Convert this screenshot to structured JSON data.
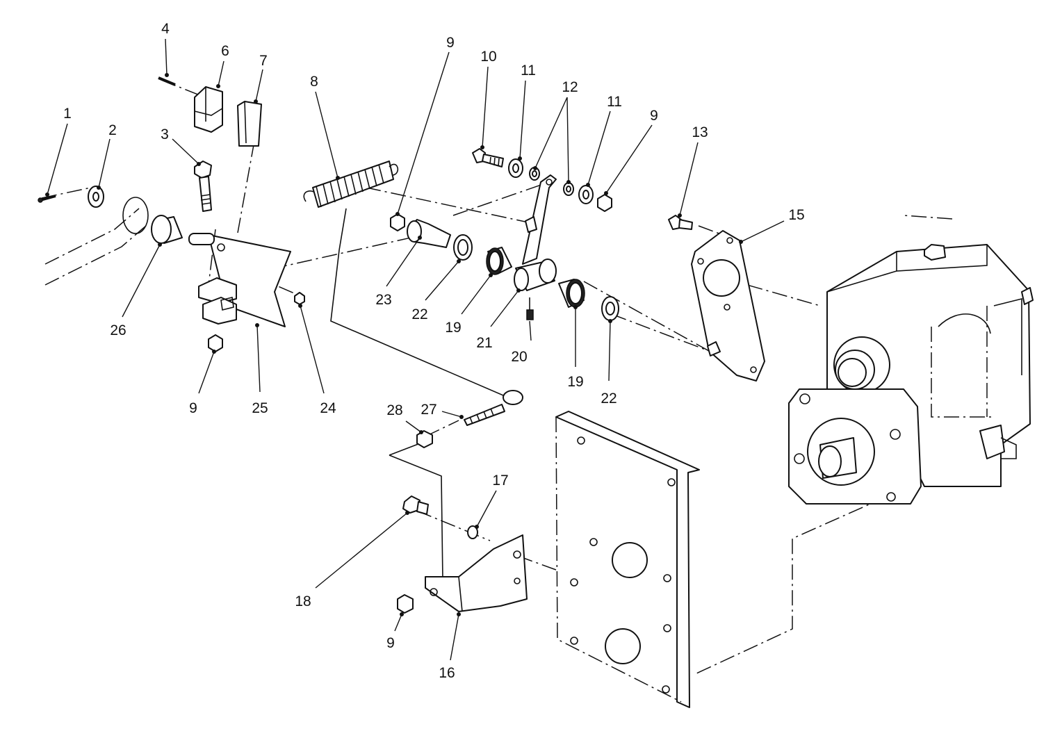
{
  "callouts": [
    {
      "id": "c1",
      "label": "1"
    },
    {
      "id": "c2",
      "label": "2"
    },
    {
      "id": "c3",
      "label": "3"
    },
    {
      "id": "c4",
      "label": "4"
    },
    {
      "id": "c6",
      "label": "6"
    },
    {
      "id": "c7",
      "label": "7"
    },
    {
      "id": "c8",
      "label": "8"
    },
    {
      "id": "c9a",
      "label": "9"
    },
    {
      "id": "c9b",
      "label": "9"
    },
    {
      "id": "c9c",
      "label": "9"
    },
    {
      "id": "c9d",
      "label": "9"
    },
    {
      "id": "c10",
      "label": "10"
    },
    {
      "id": "c11a",
      "label": "11"
    },
    {
      "id": "c11b",
      "label": "11"
    },
    {
      "id": "c12",
      "label": "12"
    },
    {
      "id": "c13",
      "label": "13"
    },
    {
      "id": "c15",
      "label": "15"
    },
    {
      "id": "c16",
      "label": "16"
    },
    {
      "id": "c17",
      "label": "17"
    },
    {
      "id": "c18",
      "label": "18"
    },
    {
      "id": "c19a",
      "label": "19"
    },
    {
      "id": "c19b",
      "label": "19"
    },
    {
      "id": "c20",
      "label": "20"
    },
    {
      "id": "c21",
      "label": "21"
    },
    {
      "id": "c22a",
      "label": "22"
    },
    {
      "id": "c22b",
      "label": "22"
    },
    {
      "id": "c23",
      "label": "23"
    },
    {
      "id": "c24",
      "label": "24"
    },
    {
      "id": "c25",
      "label": "25"
    },
    {
      "id": "c26",
      "label": "26"
    },
    {
      "id": "c27",
      "label": "27"
    },
    {
      "id": "c28",
      "label": "28"
    }
  ]
}
